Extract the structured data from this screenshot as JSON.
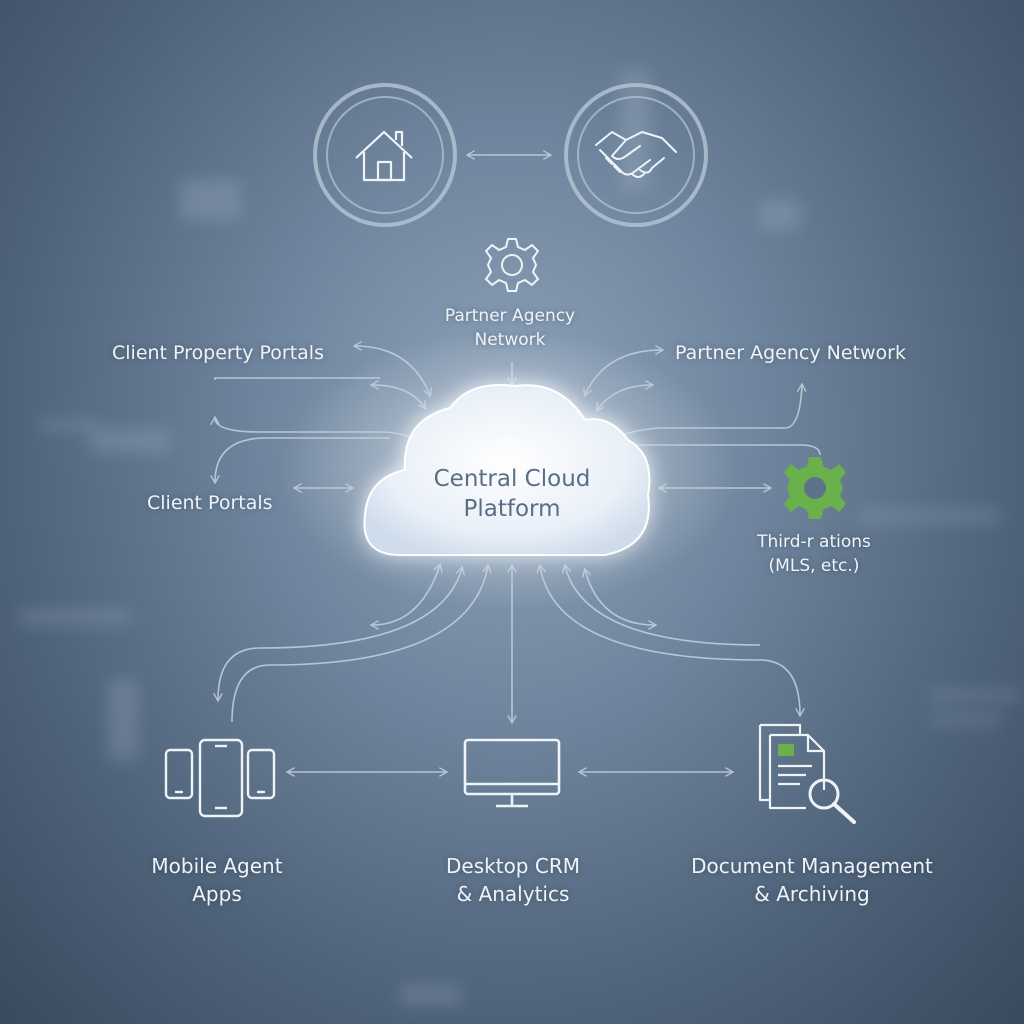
{
  "diagram": {
    "center": {
      "line1": "Central Cloud",
      "line2": "Platform"
    },
    "top_label": {
      "line1": "Partner Agency",
      "line2": "Network"
    },
    "left_top_label": "Client Property Portals",
    "left_mid_label": "Client Portals",
    "right_top_label": "Partner Agency Network",
    "right_mid_label": {
      "line1": "Third-r ations",
      "line2": "(MLS, etc.)"
    },
    "bottom_left": {
      "line1": "Mobile Agent",
      "line2": "Apps"
    },
    "bottom_center": {
      "line1": "Desktop CRM",
      "line2": "& Analytics"
    },
    "bottom_right": {
      "line1": "Document Management",
      "line2": "& Archiving"
    }
  },
  "icons": {
    "top_left": "house-icon",
    "top_right": "handshake-icon",
    "top_center": "gear-icon",
    "right": "gear-icon",
    "bottom_left": "mobile-devices-icon",
    "bottom_center": "monitor-icon",
    "bottom_right": "document-search-icon"
  },
  "colors": {
    "accent_green": "#6ab04c",
    "line": "#c5d2df",
    "icon": "#eef3f8",
    "cloud_text": "#5a6e86"
  }
}
